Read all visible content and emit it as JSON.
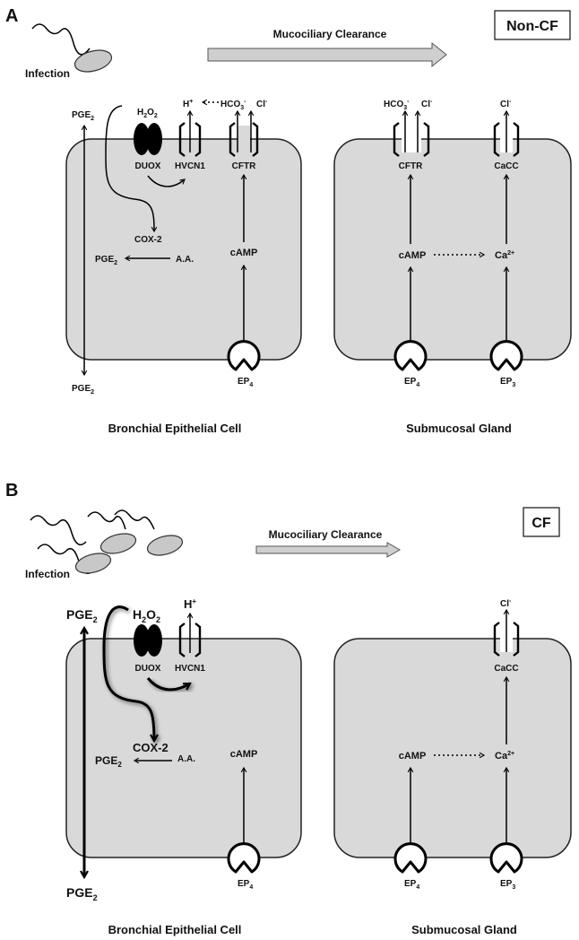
{
  "panels": [
    {
      "letter": "A",
      "condition": "Non-CF",
      "flow_label": "Mucociliary Clearance",
      "infection_label": "Infection",
      "bec": {
        "caption": "Bronchial Epithelial Cell",
        "pge2_label": "PGE",
        "pge2_sub": "2",
        "h2o2_label": "H",
        "h2o2_sub1": "2",
        "h2o2_o": "O",
        "h2o2_sub2": "2",
        "duox": "DUOX",
        "hvcn1": "HVCN1",
        "cftr": "CFTR",
        "h_ion": "H",
        "h_sup": "+",
        "hco3": "HCO",
        "hco3_sub": "3",
        "hco3_sup": "-",
        "cl": "Cl",
        "cl_sup": "-",
        "cox2": "COX-2",
        "aa": "A.A.",
        "camp": "cAMP",
        "ep": "EP",
        "ep_sub": "4"
      },
      "gland": {
        "caption": "Submucosal Gland",
        "hco3": "HCO",
        "hco3_sub": "3",
        "hco3_sup": "-",
        "cl": "Cl",
        "cl_sup": "-",
        "cftr": "CFTR",
        "cacc": "CaCC",
        "camp": "cAMP",
        "ca": "Ca",
        "ca_sup": "2+",
        "ep4": "EP",
        "ep4_sub": "4",
        "ep3": "EP",
        "ep3_sub": "3"
      }
    },
    {
      "letter": "B",
      "condition": "CF",
      "flow_label": "Mucociliary Clearance",
      "infection_label": "Infection",
      "bec": {
        "caption": "Bronchial Epithelial Cell",
        "pge2_label": "PGE",
        "pge2_sub": "2",
        "h2o2_label": "H",
        "h2o2_sub1": "2",
        "h2o2_o": "O",
        "h2o2_sub2": "2",
        "duox": "DUOX",
        "hvcn1": "HVCN1",
        "h_ion": "H",
        "h_sup": "+",
        "cox2": "COX-2",
        "aa": "A.A.",
        "camp": "cAMP",
        "ep": "EP",
        "ep_sub": "4"
      },
      "gland": {
        "caption": "Submucosal Gland",
        "cl": "Cl",
        "cl_sup": "-",
        "cacc": "CaCC",
        "camp": "cAMP",
        "ca": "Ca",
        "ca_sup": "2+",
        "ep4": "EP",
        "ep4_sub": "4",
        "ep3": "EP",
        "ep3_sub": "3"
      }
    }
  ]
}
